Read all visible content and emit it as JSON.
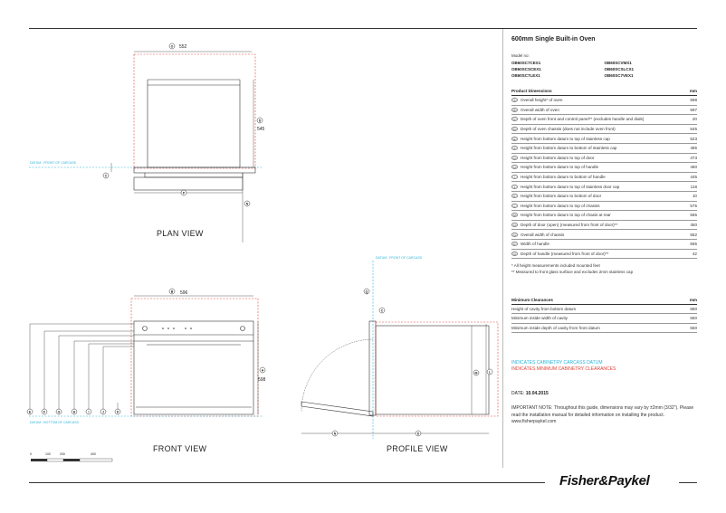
{
  "spec": {
    "title": "600mm Single Built-in Oven",
    "model_label": "Model no:",
    "models": [
      "OB60SC7CEX1",
      "OB60SCVMX1",
      "OB60SCSCEX1",
      "OB60SCSLCX1",
      "OB60SC7LEX1",
      "OB60SC7VEX1"
    ],
    "dimensions_header": "Product Dimensions",
    "unit": "mm",
    "dimensions": [
      {
        "id": "A",
        "label": "Overall height* of oven",
        "value": "598"
      },
      {
        "id": "B",
        "label": "Overall width of oven",
        "value": "597"
      },
      {
        "id": "C",
        "label": "Depth of oven front and control panel** (excludes handle and dials)",
        "value": "20"
      },
      {
        "id": "D",
        "label": "Depth of oven chassis (does not include oven front)",
        "value": "545"
      },
      {
        "id": "E",
        "label": "Height from bottom datum to top of stainless cap",
        "value": "523"
      },
      {
        "id": "F",
        "label": "Height from bottom datum to bottom of stainless cap",
        "value": "485"
      },
      {
        "id": "G",
        "label": "Height from bottom datum to top of door",
        "value": "473"
      },
      {
        "id": "H",
        "label": "Height from bottom datum to top of handle",
        "value": "460"
      },
      {
        "id": "I",
        "label": "Height from bottom datum to bottom of handle",
        "value": "445"
      },
      {
        "id": "J",
        "label": "Height from bottom datum to top of stainless door cap",
        "value": "118"
      },
      {
        "id": "K",
        "label": "Height from bottom datum to bottom of door",
        "value": "10"
      },
      {
        "id": "L",
        "label": "Height from bottom datum to top of chassis",
        "value": "575"
      },
      {
        "id": "M",
        "label": "Height from bottom datum to top of chasis at rear",
        "value": "565"
      },
      {
        "id": "N",
        "label": "Depth of door (open) (measured from front of door)**",
        "value": "450"
      },
      {
        "id": "O",
        "label": "Overall width of chassis",
        "value": "552"
      },
      {
        "id": "P",
        "label": "Width of handle",
        "value": "565"
      },
      {
        "id": "Q",
        "label": "Depth of handle (measured from front of door)**",
        "value": "42"
      }
    ],
    "notes": [
      "* All height measurements included mounted feet",
      "** Measured to front glass surface and excludes 2mm stainless cap"
    ],
    "clearances_header": "Minimum Clearances",
    "clearances": [
      {
        "label": "Height of cavity from bottom datum",
        "value": "580"
      },
      {
        "label": "Minimum inside width of cavity",
        "value": "560"
      },
      {
        "label": "Minimum inside depth of cavity from front datum",
        "value": "550"
      }
    ],
    "legend_cyan": "INDICATES CABINETRY CARCASS DATUM",
    "legend_red": "INDICATES MINIMUM CABINETRY CLEARANCES",
    "date_label": "DATE:",
    "date_value": "10.04.2015",
    "important": "IMPORTANT NOTE: Throughout this guide, dimensions may vary by ±2mm (3/32\"). Please read the installation manual for detailed information on installing the product. www.fisherpaykel.com",
    "brand": "Fisher&Paykel"
  },
  "views": {
    "plan": "PLAN VIEW",
    "front": "FRONT VIEW",
    "profile": "PROFILE VIEW",
    "datum_front": "DATUM - FRONT OF CARCASS",
    "datum_bottom": "DATUM - BOTTOM OF CARCASS",
    "plan_width": "552",
    "plan_depth": "545",
    "front_width": "596",
    "front_height": "598",
    "scale": [
      "0",
      "100",
      "200",
      "400"
    ]
  },
  "colors": {
    "cyan": "#2ab3d9",
    "red": "#e0443a",
    "line": "#333333"
  }
}
